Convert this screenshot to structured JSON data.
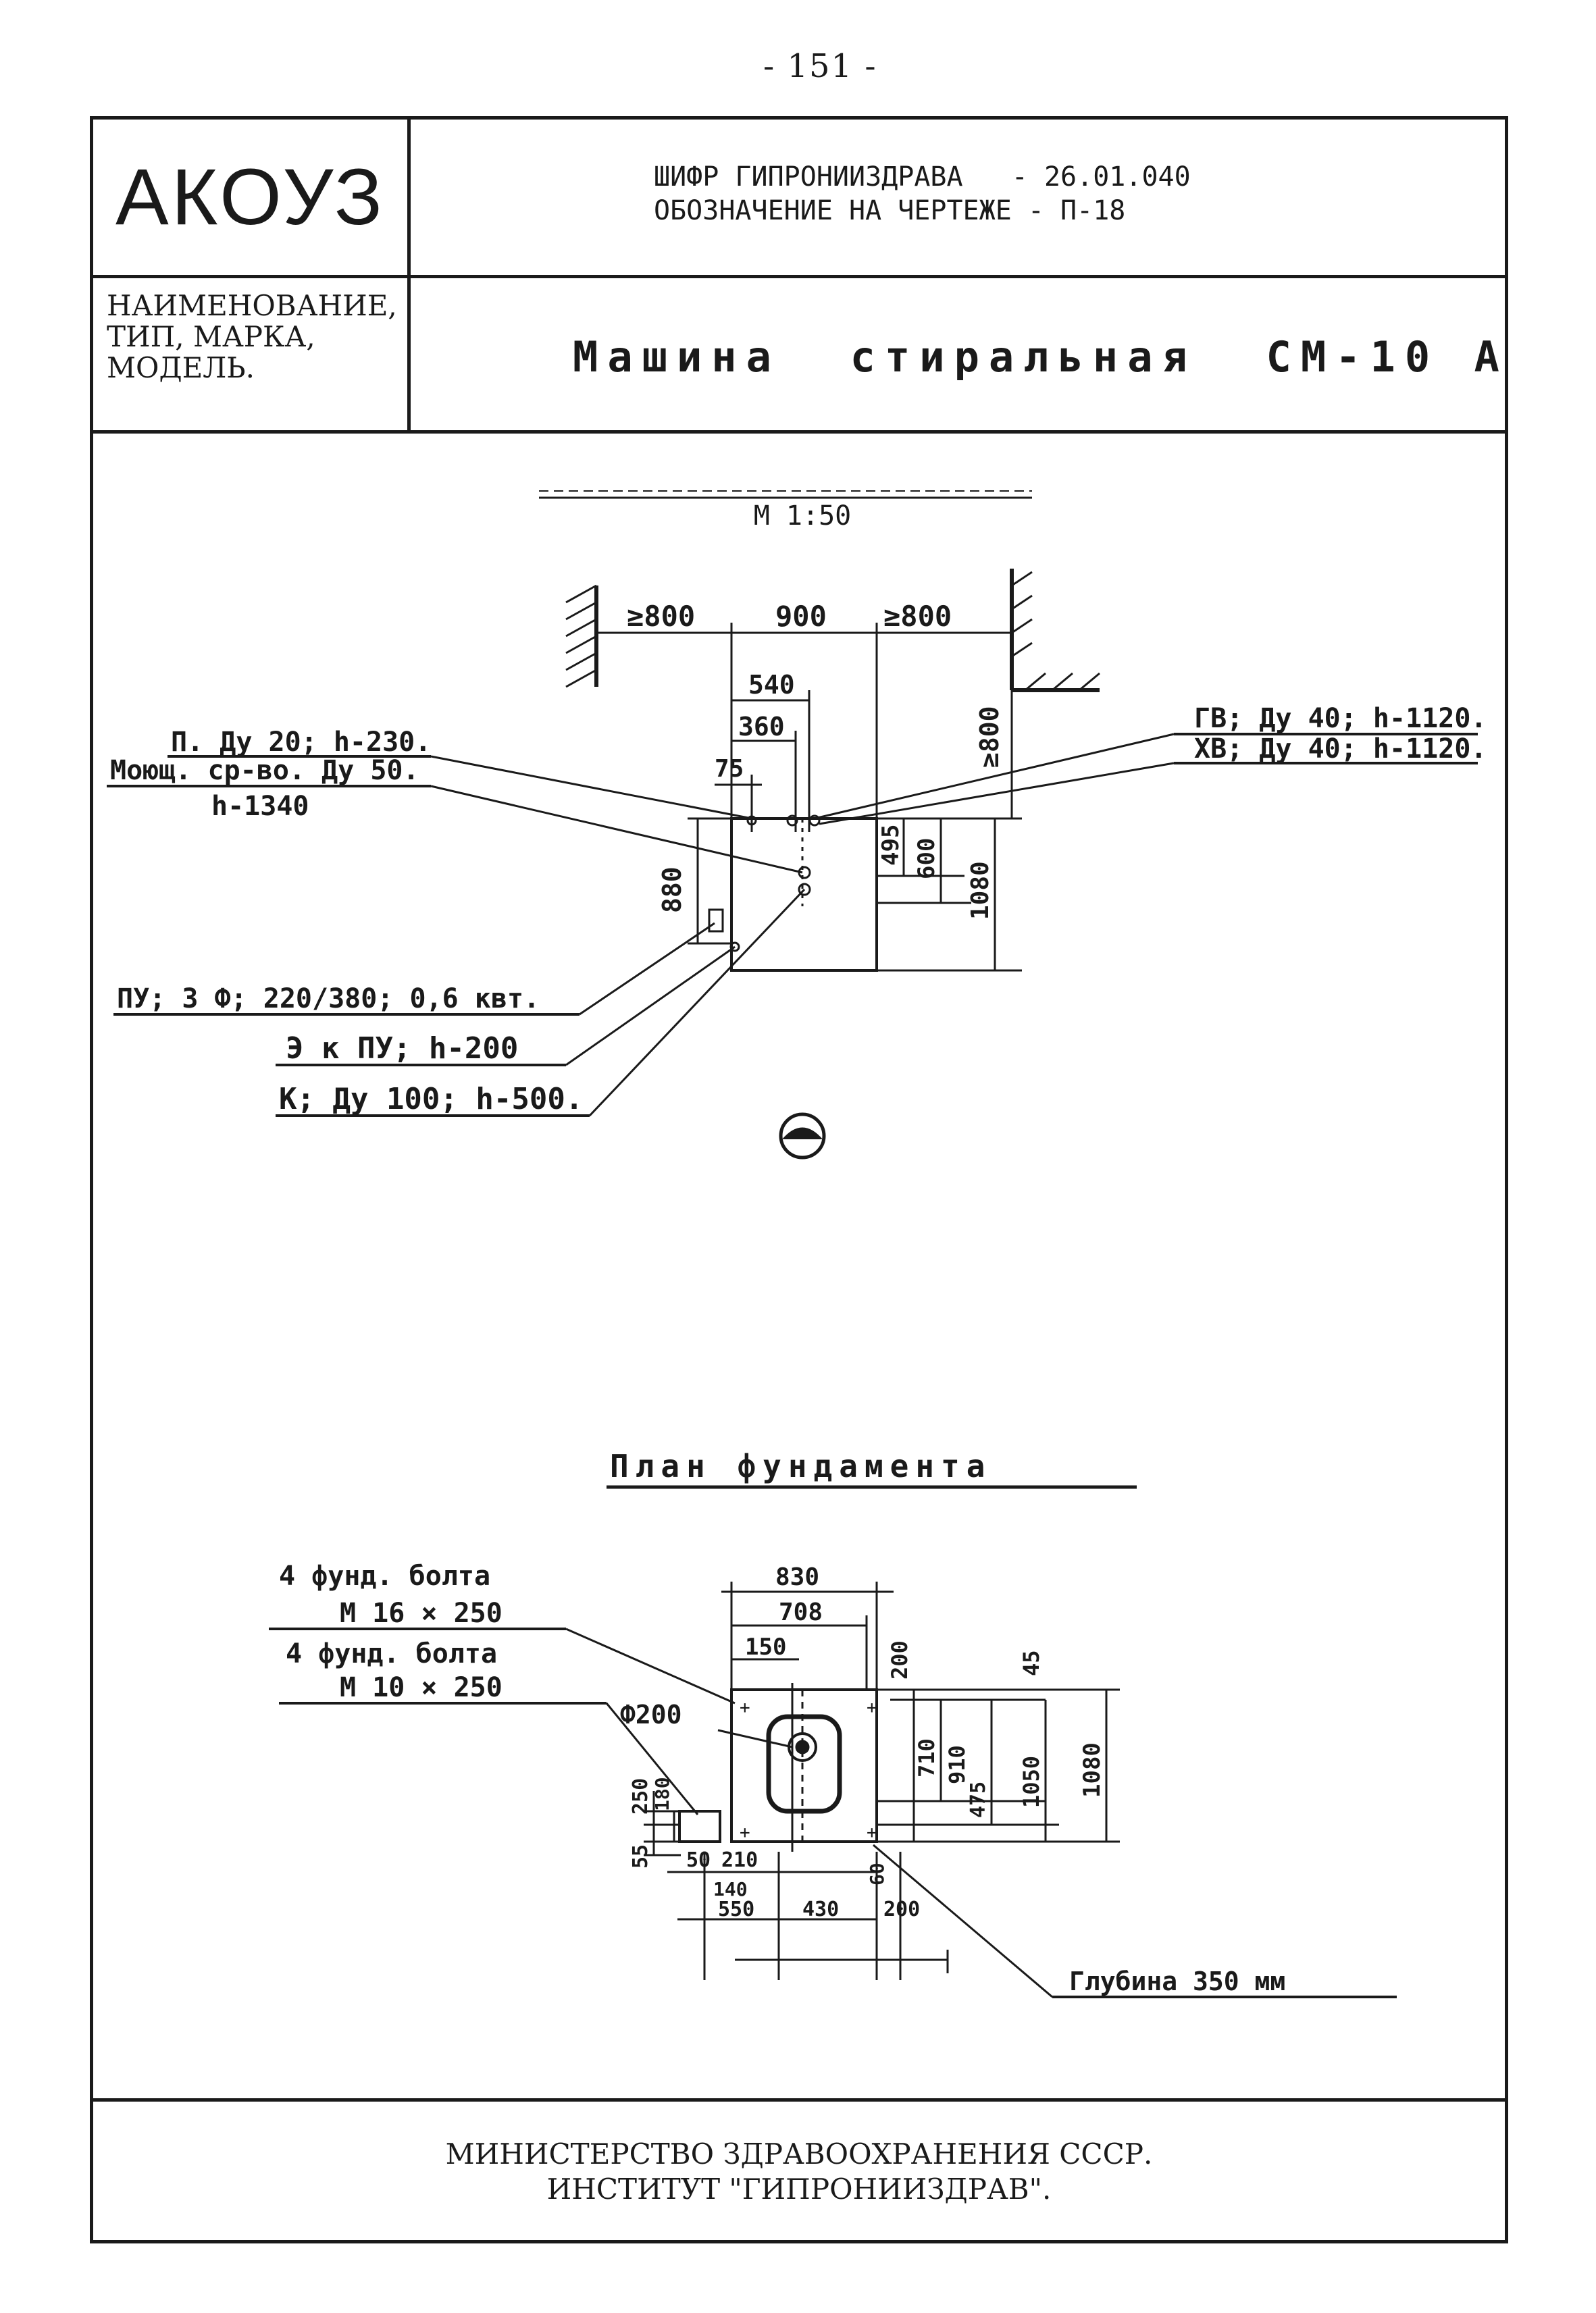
{
  "page": {
    "number": "- 151 -"
  },
  "header": {
    "logo": "АКОУЗ",
    "code_line_1": "ШИФР ГИПРОНИИЗДРАВА   - 26.01.040",
    "code_line_2": "ОБОЗНАЧЕНИЕ НА ЧЕРТЕЖЕ - П-18",
    "name_label_1": "НАИМЕНОВАНИЕ,",
    "name_label_2": "ТИП, МАРКА,",
    "name_label_3": "МОДЕЛЬ.",
    "model_name": "Машина  стиральная  СМ-10 А"
  },
  "install_plan": {
    "title": "М 1:50",
    "dims": {
      "left_clearance": "≥800",
      "width": "900",
      "right_clearance": "≥800",
      "d540": "540",
      "d360": "360",
      "d75": "75",
      "back_clearance": "≥800",
      "depth880": "880",
      "d495": "495",
      "d600": "600",
      "d1080": "1080"
    },
    "callouts": {
      "steam": "П. Ду 20; h-230.",
      "detergent_1": "Моющ. ср-во. Ду 50.",
      "detergent_2": "h-1340",
      "hot_water": "ГВ; Ду 40; h-1120.",
      "cold_water": "ХВ; Ду 40; h-1120.",
      "power": "ПУ; 3 Ф; 220/380; 0,6 квт.",
      "emergency": "Э к ПУ; h-200",
      "sewer": "К; Ду 100; h-500."
    }
  },
  "foundation_plan": {
    "title": "План фундамента",
    "bolts_a_1": "4 фунд. болта",
    "bolts_a_2": "М 16 × 250",
    "bolts_b_1": "4 фунд. болта",
    "bolts_b_2": "М 10 × 250",
    "drain": "Ф200",
    "depth_note": "Глубина 350 мм",
    "dims": {
      "d830": "830",
      "d708": "708",
      "d150": "150",
      "d200": "200",
      "d45": "45",
      "d710": "710",
      "d910": "910",
      "d475": "475",
      "d1050": "1050",
      "d1080": "1080",
      "d250": "250",
      "d180": "180",
      "d55": "55",
      "d50": "50",
      "d210": "210",
      "d140": "140",
      "d550": "550",
      "d430": "430",
      "d200b": "200",
      "d60": "60"
    }
  },
  "footer": {
    "line_1": "МИНИСТЕРСТВО ЗДРАВООХРАНЕНИЯ СССР.",
    "line_2": "ИНСТИТУТ \"ГИПРОНИИЗДРАВ\"."
  }
}
